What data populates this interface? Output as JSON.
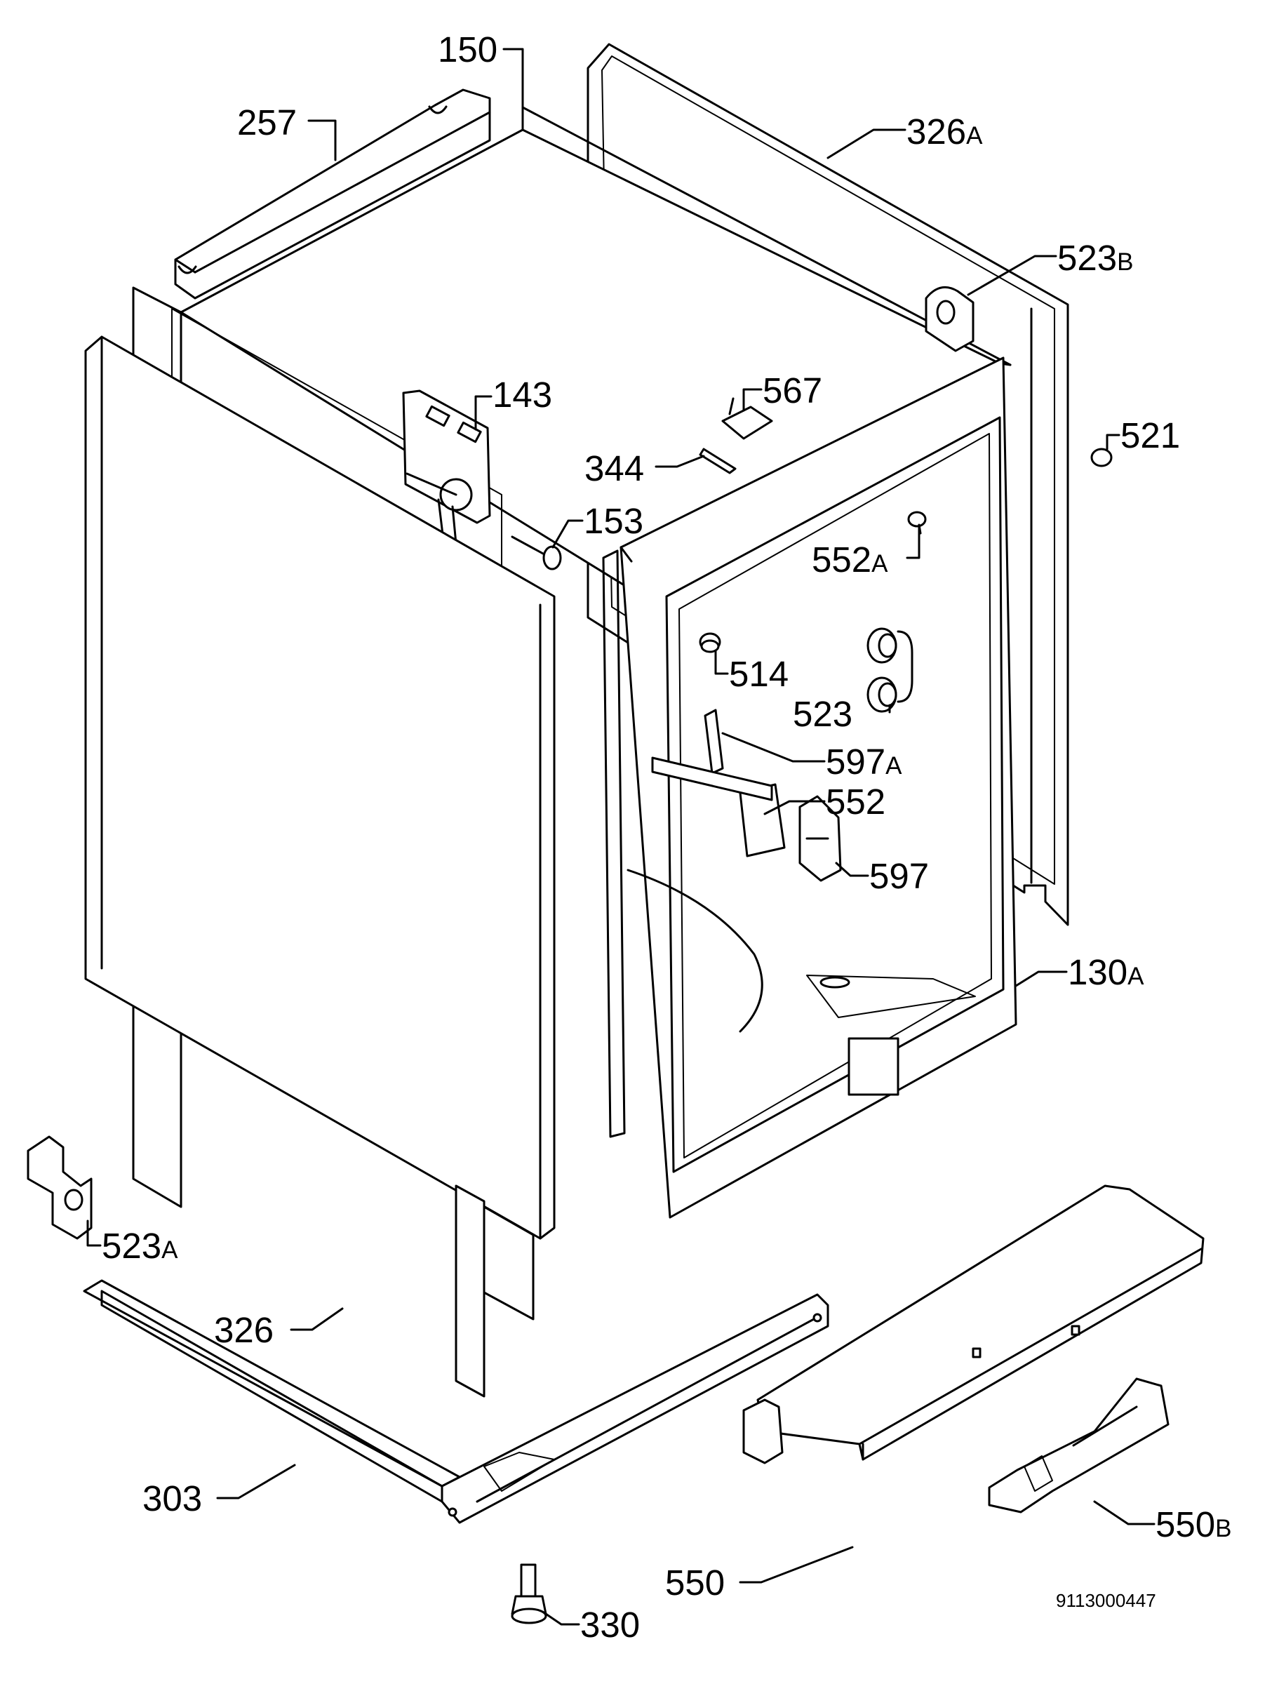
{
  "labels": [
    {
      "id": "150",
      "num": "150",
      "suffix": ""
    },
    {
      "id": "257",
      "num": "257",
      "suffix": ""
    },
    {
      "id": "326a",
      "num": "326",
      "suffix": "A"
    },
    {
      "id": "523b",
      "num": "523",
      "suffix": "B"
    },
    {
      "id": "143",
      "num": "143",
      "suffix": ""
    },
    {
      "id": "567",
      "num": "567",
      "suffix": ""
    },
    {
      "id": "521",
      "num": "521",
      "suffix": ""
    },
    {
      "id": "344",
      "num": "344",
      "suffix": ""
    },
    {
      "id": "153",
      "num": "153",
      "suffix": ""
    },
    {
      "id": "552a",
      "num": "552",
      "suffix": "A"
    },
    {
      "id": "514",
      "num": "514",
      "suffix": ""
    },
    {
      "id": "523",
      "num": "523",
      "suffix": ""
    },
    {
      "id": "597a",
      "num": "597",
      "suffix": "A"
    },
    {
      "id": "552",
      "num": "552",
      "suffix": ""
    },
    {
      "id": "597",
      "num": "597",
      "suffix": ""
    },
    {
      "id": "130a",
      "num": "130",
      "suffix": "A"
    },
    {
      "id": "523a",
      "num": "523",
      "suffix": "A"
    },
    {
      "id": "326",
      "num": "326",
      "suffix": ""
    },
    {
      "id": "303",
      "num": "303",
      "suffix": ""
    },
    {
      "id": "550",
      "num": "550",
      "suffix": ""
    },
    {
      "id": "550b",
      "num": "550",
      "suffix": "B"
    },
    {
      "id": "330",
      "num": "330",
      "suffix": ""
    }
  ],
  "document_number": "9113000447"
}
